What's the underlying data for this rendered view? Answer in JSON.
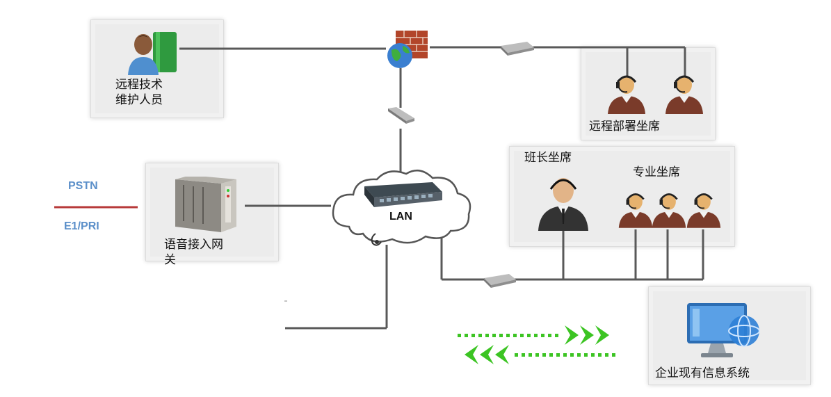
{
  "labels": {
    "remote_tech": [
      "远程技术",
      "维护人员"
    ],
    "remote_seats": "远程部署坐席",
    "monitor_seat": "班长坐席",
    "pro_seat": "专业坐席",
    "voice_gateway": [
      "语音接入网",
      "关"
    ],
    "enterprise_system": "企业现有信息系统",
    "lan": "LAN",
    "pstn": "PSTN",
    "e1pri": "E1/PRI"
  },
  "colors": {
    "wire": "#595959",
    "pstn_line": "#b73a3a",
    "side_text": "#5b8fc9",
    "arrow_green": "#3cc423"
  },
  "icons": {
    "remote_tech": "person-with-book-icon",
    "firewall": "firewall-globe-icon",
    "switch": "network-switch-icon",
    "headset_agent": "headset-agent-icon",
    "supervisor": "supervisor-icon",
    "gateway": "voice-gateway-icon",
    "lan_cloud": "lan-cloud-icon",
    "computer": "computer-system-icon",
    "data_flow": "bidirectional-arrows-icon"
  }
}
